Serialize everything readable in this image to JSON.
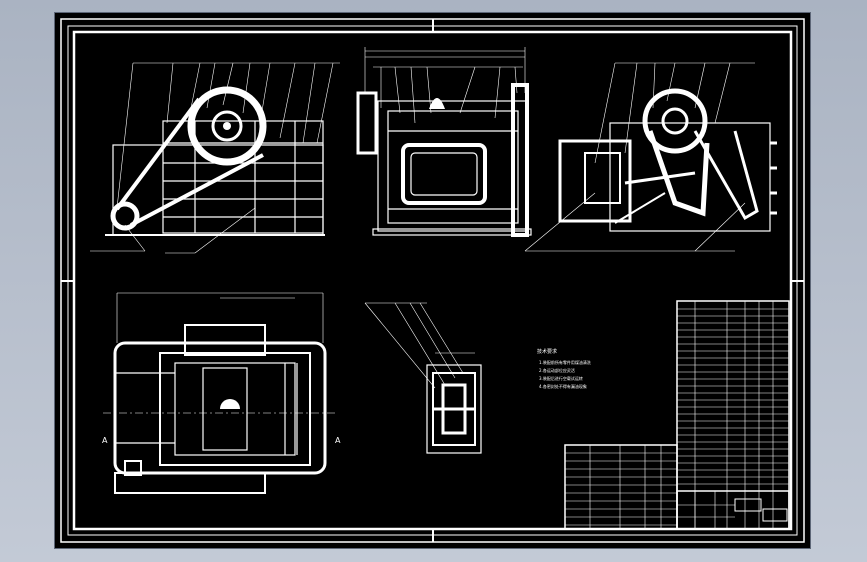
{
  "colors": {
    "background": "#000000",
    "lines": "#ffffff",
    "canvas": "#aab3c2"
  },
  "section_marker": "A",
  "technical_requirements": {
    "title": "技术要求",
    "lines": [
      "1.装配前所有零件用煤油清洗",
      "2.各运动部位应灵活",
      "3.装配后进行空载试运转",
      "4.各密封处不得有漏油现象"
    ]
  }
}
